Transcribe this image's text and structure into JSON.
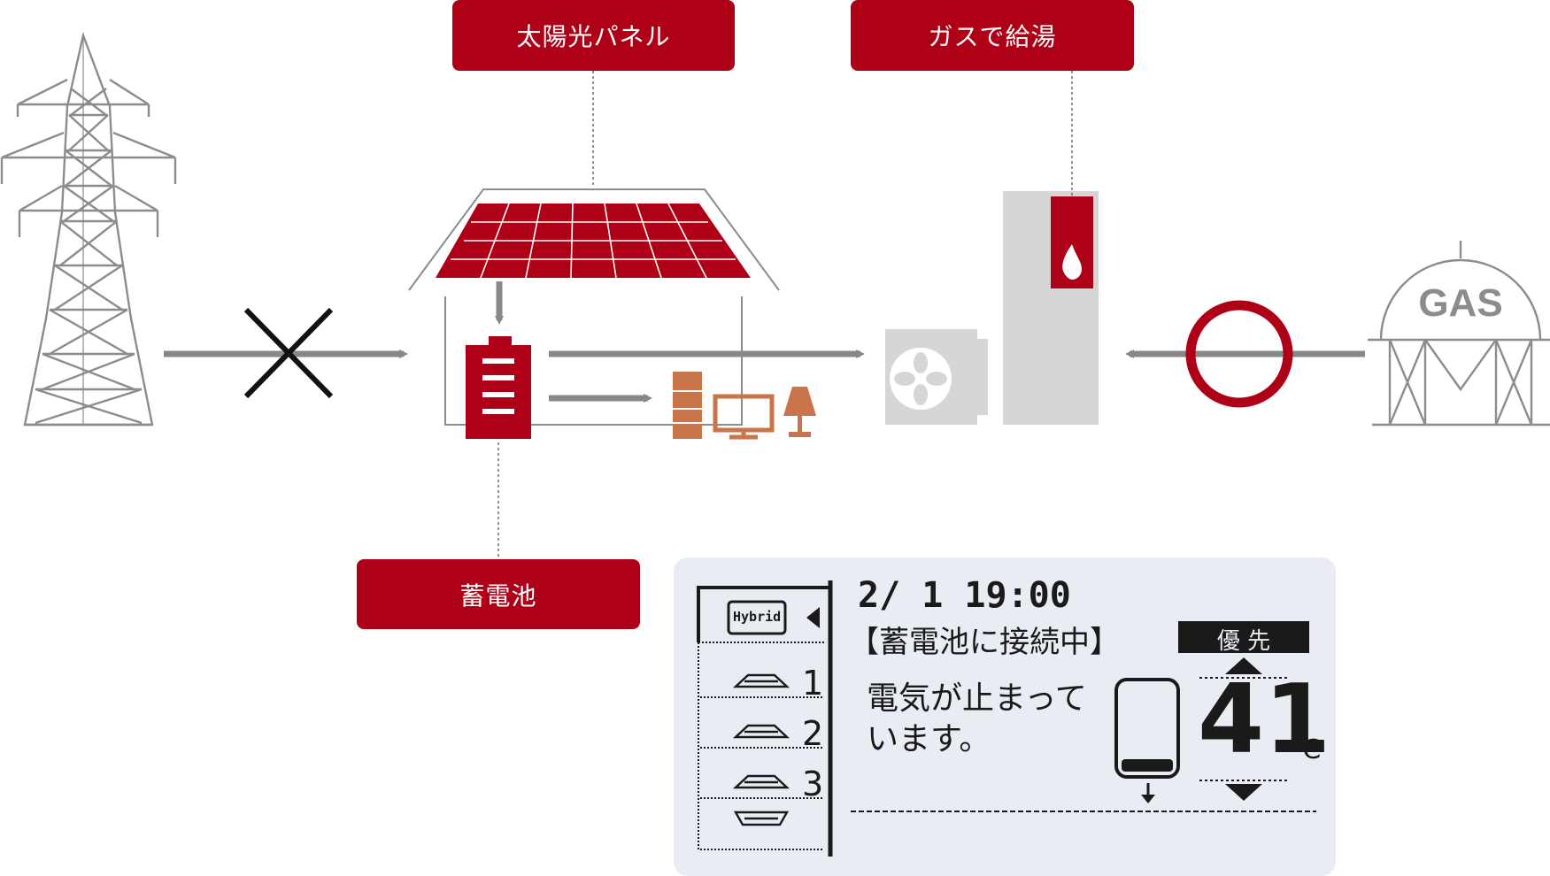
{
  "labels": {
    "solar_panel": "太陽光パネル",
    "gas_hot_water": "ガスで給湯",
    "battery": "蓄電池"
  },
  "gas_tank_text": "GAS",
  "remote_display": {
    "mode_icon": "Hybrid",
    "datetime": "2/ 1 19:00",
    "status": "【蓄電池に接続中】",
    "priority_badge": "優 先",
    "message_line1": "電気が止まって",
    "message_line2": "います。",
    "temperature": "41",
    "temperature_unit": "℃",
    "menu_numbers": [
      "1",
      "2",
      "3"
    ]
  },
  "icons": [
    "power-tower-icon",
    "cross-mark-icon",
    "house-icon",
    "solar-panel-icon",
    "battery-icon",
    "fridge-icon",
    "tv-icon",
    "lamp-icon",
    "heat-pump-unit-icon",
    "fan-icon",
    "water-heater-tank-icon",
    "flame-icon",
    "circle-mark-icon",
    "gas-tank-icon",
    "up-arrow-icon",
    "down-arrow-icon",
    "tank-level-icon",
    "room-floor-icon"
  ],
  "colors": {
    "accent_red": "#ae0016",
    "appliance_orange": "#c9754c",
    "arrow_gray": "#888888",
    "line_gray": "#8c8c8c",
    "unit_gray": "#d6d6d6",
    "lcd_background": "#e9ecf3",
    "lcd_text": "#1a1a1a"
  }
}
